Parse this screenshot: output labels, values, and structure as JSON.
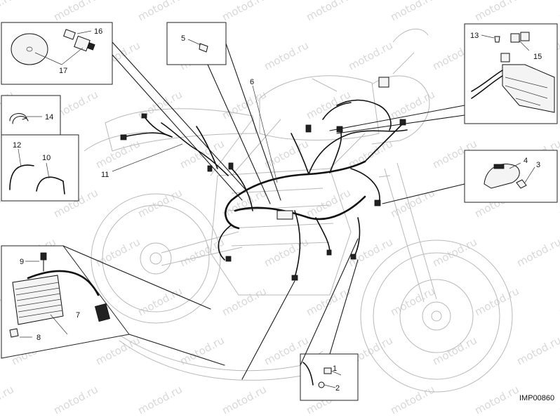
{
  "drawing_code": "IMP00860",
  "watermark_text": "motod.ru",
  "callouts": {
    "c1": "1",
    "c2": "2",
    "c3": "3",
    "c4": "4",
    "c5": "5",
    "c6": "6",
    "c7": "7",
    "c8": "8",
    "c9": "9",
    "c10": "10",
    "c11": "11",
    "c12": "12",
    "c13": "13",
    "c14": "14",
    "c15": "15",
    "c16": "16",
    "c17": "17"
  },
  "colors": {
    "line": "#1a1a1a",
    "ghost_outline": "#b9b9b9",
    "watermark": "#d8d8d8",
    "background": "#ffffff"
  }
}
